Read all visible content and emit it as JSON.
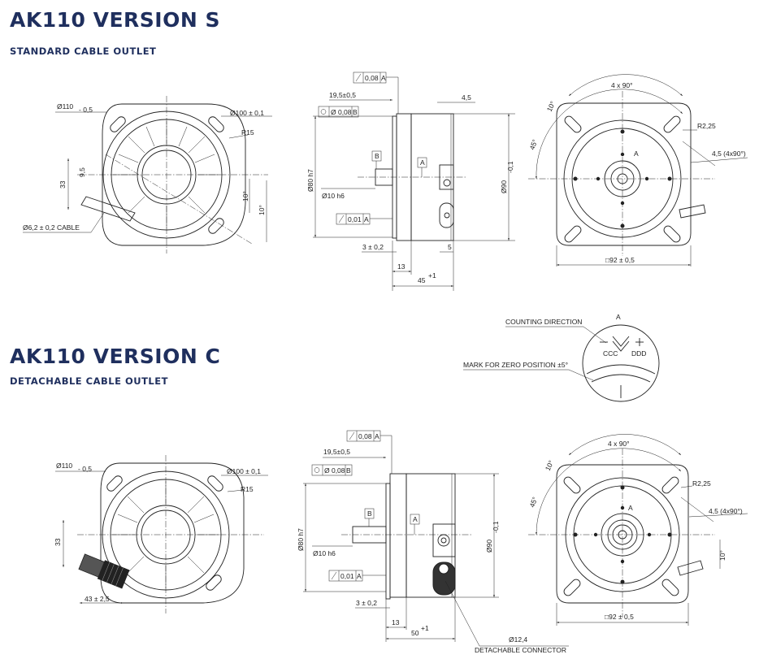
{
  "version_s": {
    "title": "AK110 VERSION S",
    "subtitle": "STANDARD CABLE OUTLET",
    "front": {
      "dia110": "Ø110",
      "dia110_tol": "- 0,5",
      "dia100": "Ø100 ± 0,1",
      "r15": "R15",
      "d33": "33",
      "d9_5": "9,5",
      "ang10a": "10°",
      "ang10b": "10°",
      "cable": "Ø6,2 ± 0,2 CABLE"
    },
    "side": {
      "runout": "0,08",
      "runout_ref": "A",
      "len19": "19,5±0,5",
      "conc": "Ø 0,08",
      "conc_ref": "B",
      "datum_b": "B",
      "datum_a": "A",
      "d80": "Ø80 h7",
      "d10": "Ø10 h6",
      "perp": "0,01",
      "perp_ref": "A",
      "d4_5": "4,5",
      "d90": "Ø90",
      "d90_tol": "-0,1",
      "d3": "3 ± 0,2",
      "d5": "5",
      "d13": "13",
      "d45": "45",
      "d45_tol": "+1"
    },
    "rear": {
      "angle4x90": "4 x 90°",
      "a10": "10°",
      "a45": "45°",
      "r2_25": "R2,25",
      "h4_5": "4,5 (4x90°)",
      "view_a": "A",
      "sq92": "□92 ± 0,5"
    }
  },
  "detail_a": {
    "label": "A",
    "counting": "COUNTING DIRECTION",
    "zero": "MARK FOR ZERO POSITION ±5°"
  },
  "version_c": {
    "title": "AK110 VERSION C",
    "subtitle": "DETACHABLE CABLE OUTLET",
    "front": {
      "dia110": "Ø110",
      "dia110_tol": "- 0,5",
      "dia100": "Ø100 ± 0,1",
      "r15": "R15",
      "d33": "33",
      "d43": "43 ± 2,5"
    },
    "side": {
      "runout": "0,08",
      "runout_ref": "A",
      "len19": "19,5±0,5",
      "conc": "Ø 0,08",
      "conc_ref": "B",
      "datum_b": "B",
      "datum_a": "A",
      "d80": "Ø80 h7",
      "d10": "Ø10 h6",
      "perp": "0,01",
      "perp_ref": "A",
      "d90": "Ø90",
      "d90_tol": "-0,1",
      "d3": "3 ± 0,2",
      "d13": "13",
      "d50": "50",
      "d50_tol": "+1",
      "d12_4": "Ø12,4",
      "connector": "DETACHABLE CONNECTOR"
    },
    "rear": {
      "angle4x90": "4 x 90°",
      "a10": "10°",
      "a45": "45°",
      "r2_25": "R2,25",
      "h4_5": "4,5 (4x90°)",
      "a10b": "10°",
      "view_a": "A",
      "sq92": "□92 ± 0,5"
    }
  }
}
